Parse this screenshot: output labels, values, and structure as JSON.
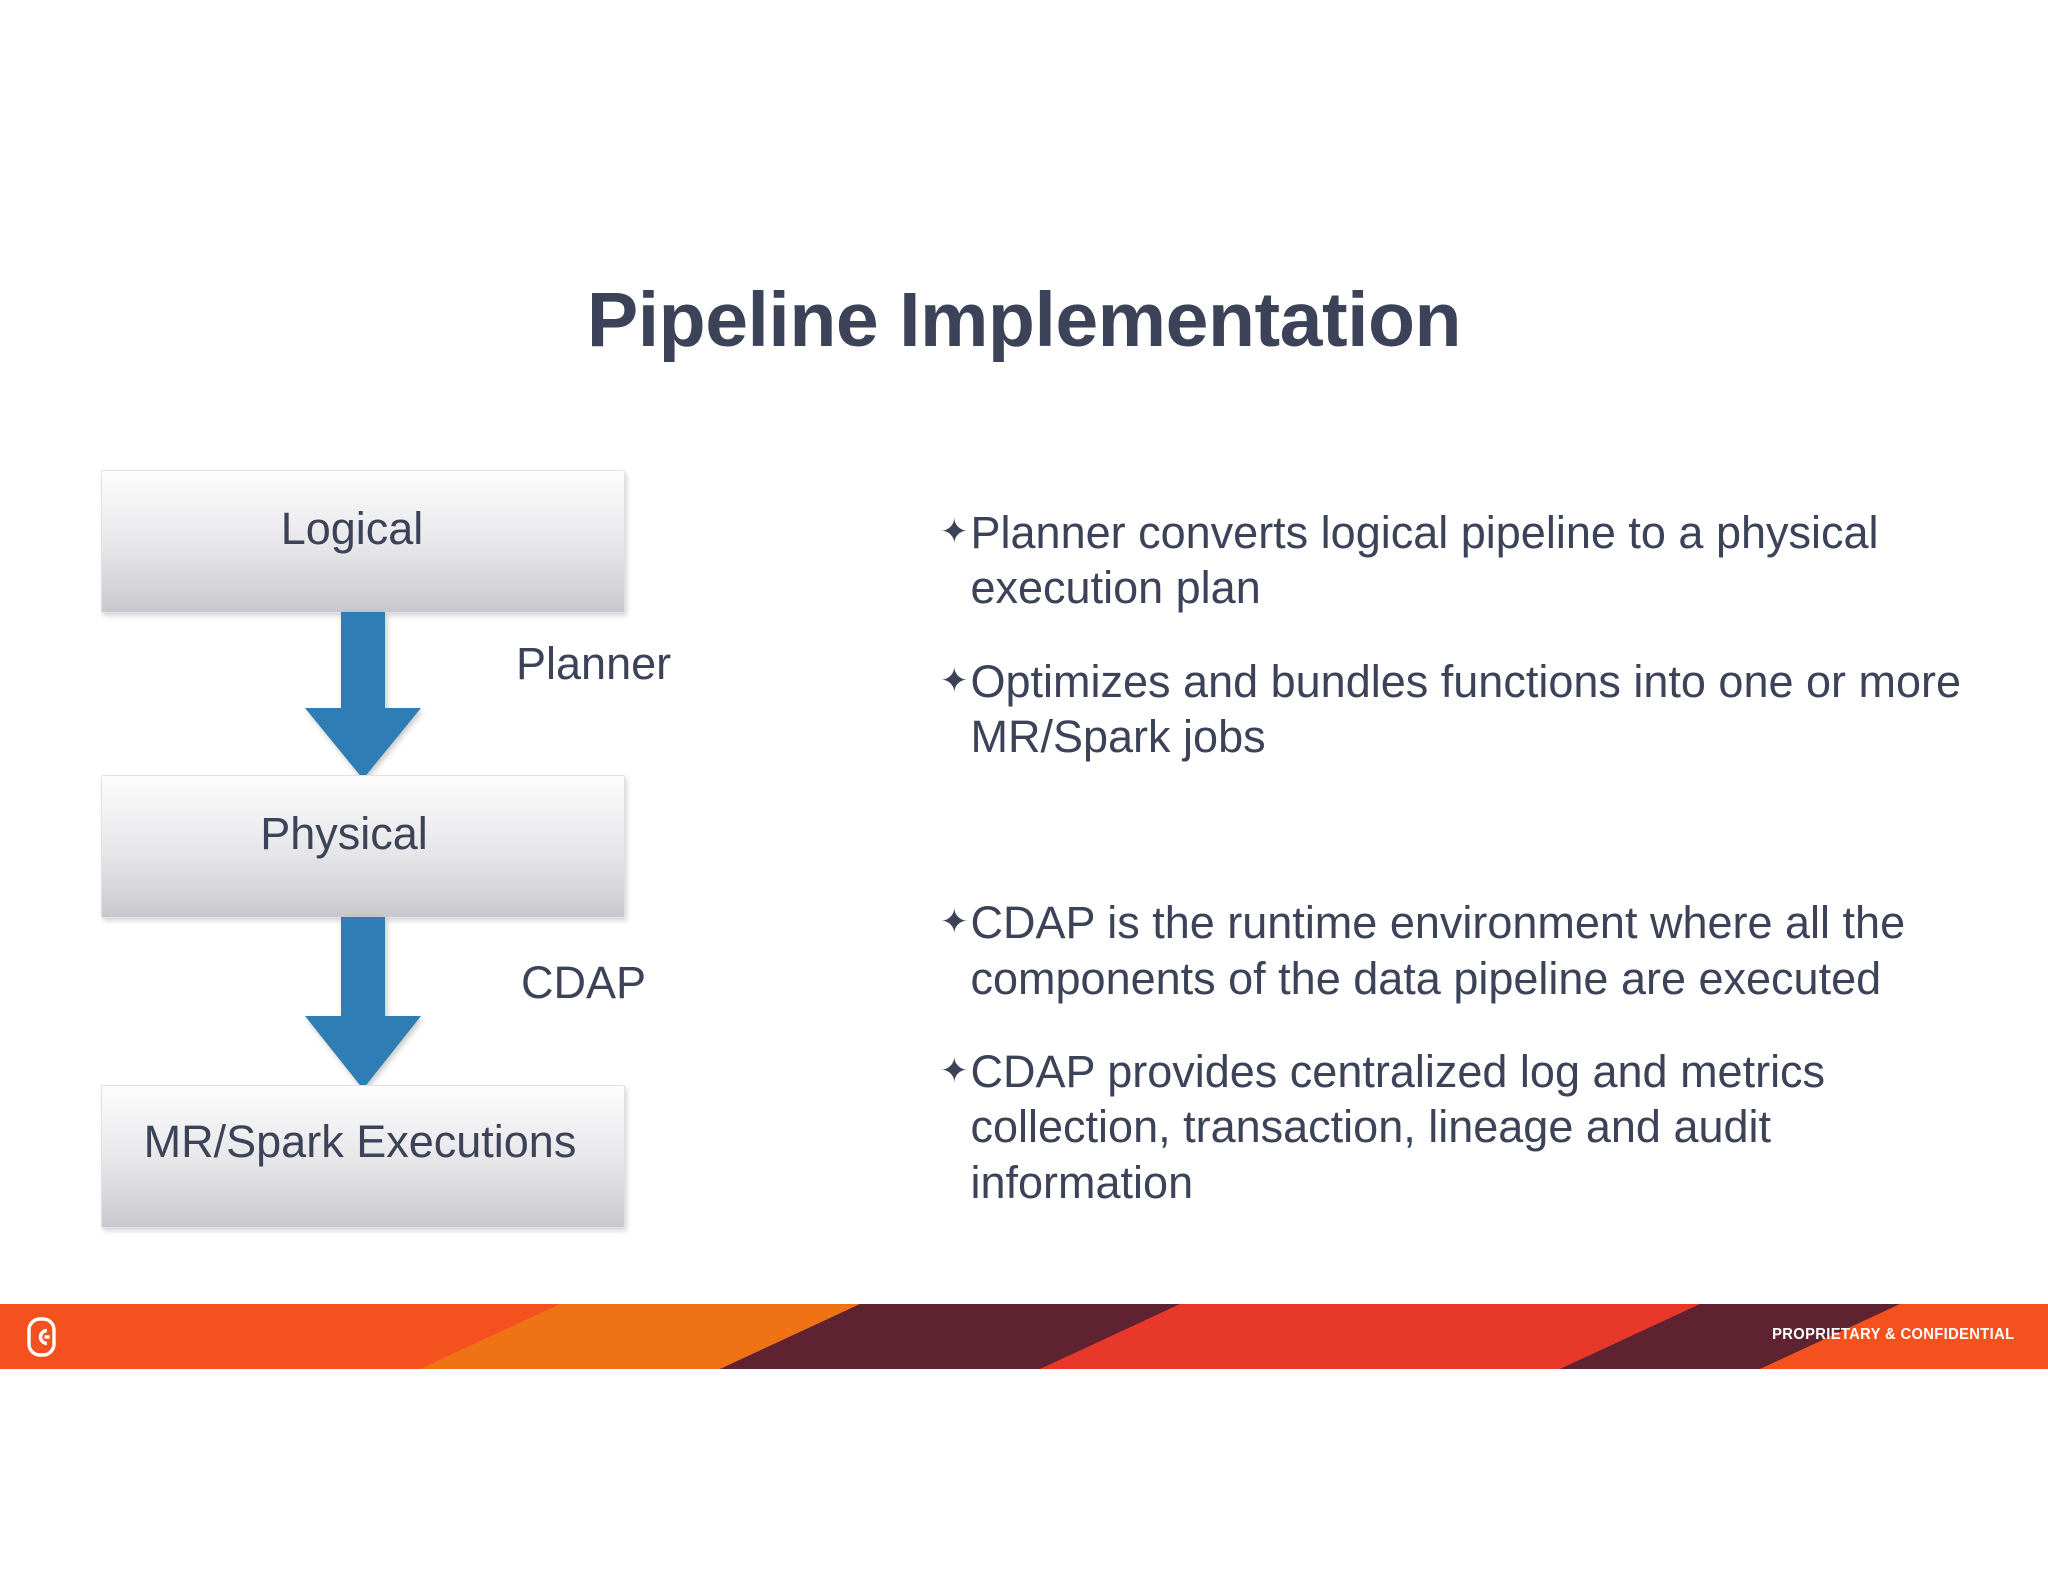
{
  "slide": {
    "title": "Pipeline Implementation",
    "background_color": "#ffffff",
    "text_color": "#3c4257"
  },
  "diagram": {
    "accent_color": "#2e7eb5",
    "boxes": [
      {
        "label": "Logical"
      },
      {
        "label": "Physical"
      },
      {
        "label": "MR/Spark Executions"
      }
    ],
    "arrows": [
      {
        "label": "Planner",
        "icon": "down-arrow-icon"
      },
      {
        "label": "CDAP",
        "icon": "down-arrow-icon"
      }
    ]
  },
  "bullets": {
    "glyph": "✦",
    "items": [
      {
        "text": "Planner converts logical pipeline to a physical execution plan"
      },
      {
        "text": "Optimizes and bundles functions into one or more MR/Spark jobs"
      },
      {
        "text": "CDAP is the runtime environment where all the components of the data pipeline are executed"
      },
      {
        "text": "CDAP provides centralized log and metrics collection, transaction, lineage and audit information"
      }
    ]
  },
  "footer": {
    "note": "PROPRIETARY & CONFIDENTIAL",
    "logo": "cask-c-logo-icon",
    "colors": {
      "orange": "#f4511e",
      "amber": "#ef7215",
      "maroon": "#5e2230",
      "red": "#e8382a"
    }
  }
}
